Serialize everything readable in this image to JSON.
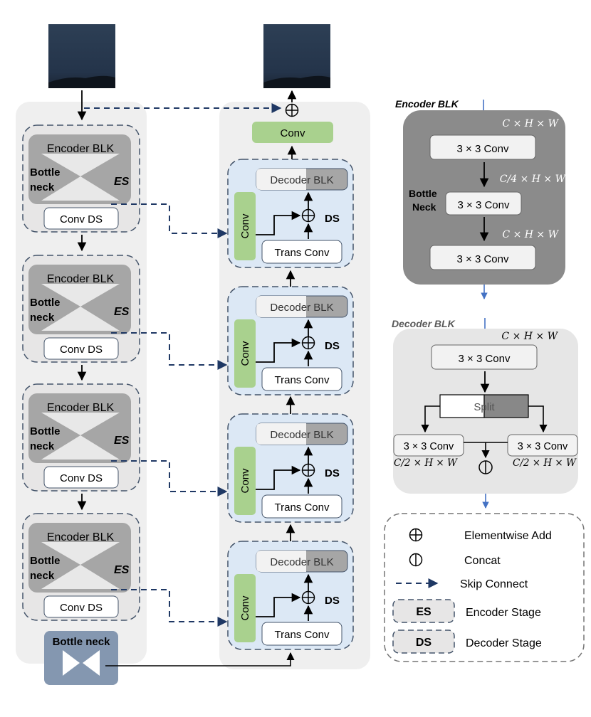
{
  "encoder_column": {
    "stages": [
      {
        "block": "Encoder BLK",
        "bottleneck_line1": "Bottle",
        "bottleneck_line2": "neck",
        "stage_tag": "ES",
        "downsample": "Conv DS"
      },
      {
        "block": "Encoder BLK",
        "bottleneck_line1": "Bottle",
        "bottleneck_line2": "neck",
        "stage_tag": "ES",
        "downsample": "Conv DS"
      },
      {
        "block": "Encoder BLK",
        "bottleneck_line1": "Bottle",
        "bottleneck_line2": "neck",
        "stage_tag": "ES",
        "downsample": "Conv DS"
      },
      {
        "block": "Encoder BLK",
        "bottleneck_line1": "Bottle",
        "bottleneck_line2": "neck",
        "stage_tag": "ES",
        "downsample": "Conv DS"
      }
    ],
    "bottleneck_label": "Bottle neck"
  },
  "decoder_column": {
    "output_conv": "Conv",
    "stages": [
      {
        "block": "Decoder BLK",
        "side_conv": "Conv",
        "stage_tag": "DS",
        "upsample": "Trans Conv"
      },
      {
        "block": "Decoder BLK",
        "side_conv": "Conv",
        "stage_tag": "DS",
        "upsample": "Trans Conv"
      },
      {
        "block": "Decoder BLK",
        "side_conv": "Conv",
        "stage_tag": "DS",
        "upsample": "Trans Conv"
      },
      {
        "block": "Decoder BLK",
        "side_conv": "Conv",
        "stage_tag": "DS",
        "upsample": "Trans Conv"
      }
    ]
  },
  "encoder_blk_detail": {
    "title": "Encoder BLK",
    "conv1": "3 × 3 Conv",
    "conv2": "3 × 3 Conv",
    "conv3": "3 × 3 Conv",
    "bottleneck_line1": "Bottle",
    "bottleneck_line2": "Neck",
    "dim_in": "C × H × W",
    "dim_mid": "C/4 × H × W",
    "dim_out": "C × H × W"
  },
  "decoder_blk_detail": {
    "title": "Decoder BLK",
    "conv_top": "3 × 3 Conv",
    "split": "Split",
    "conv_left": "3 × 3 Conv",
    "conv_right": "3 × 3 Conv",
    "dim_in": "C × H × W",
    "dim_left": "C/2 × H × W",
    "dim_right": "C/2 × H × W"
  },
  "legend": {
    "items": [
      {
        "symbol": "⊕",
        "label": "Elementwise Add"
      },
      {
        "symbol": "⦶",
        "label": "Concat"
      },
      {
        "symbol": "skip-arrow",
        "label": "Skip Connect"
      },
      {
        "symbol": "ES",
        "label": "Encoder Stage"
      },
      {
        "symbol": "DS",
        "label": "Decoder Stage"
      }
    ]
  },
  "colors": {
    "panel_gray": "#efefef",
    "encoder_dark": "#a6a6a6",
    "decoder_blue": "#dce8f5",
    "conv_green": "#a9d18e",
    "dashed_navy": "#1f3864",
    "bottleneck_blue": "#8497b0",
    "arrow_blue": "#4472c4"
  }
}
